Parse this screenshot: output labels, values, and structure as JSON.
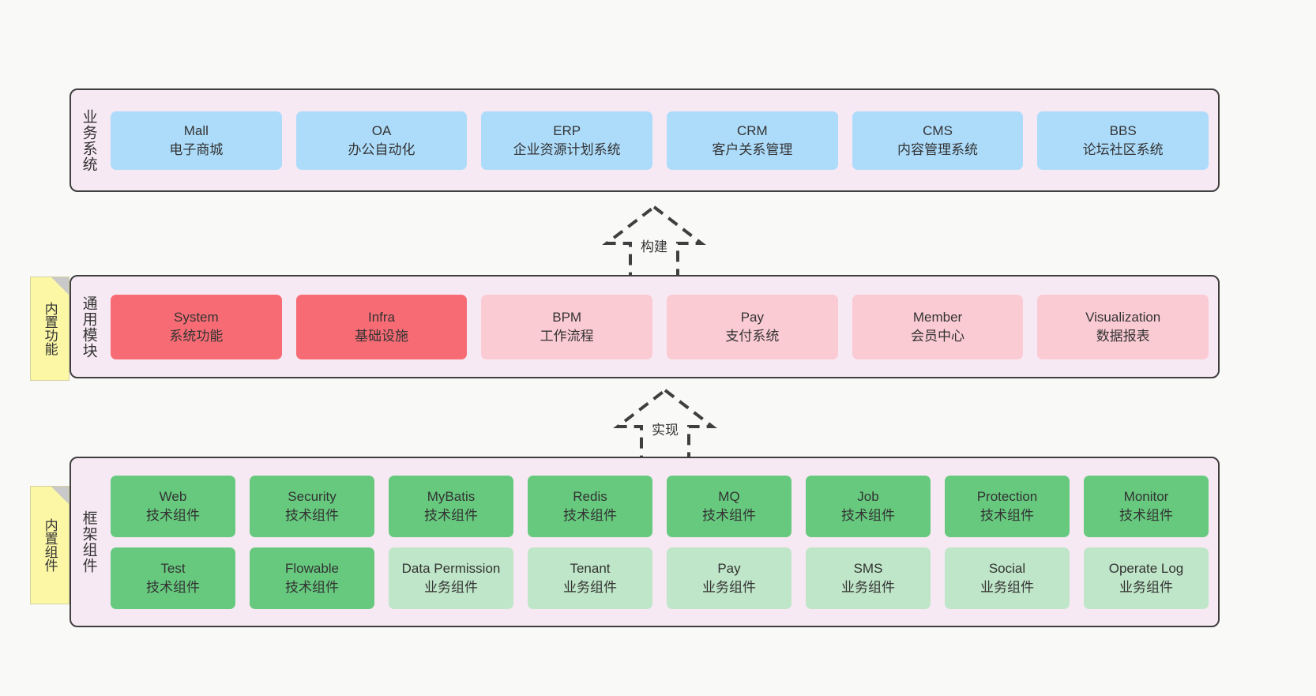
{
  "diagram": {
    "title": "",
    "colors": {
      "page_background": "#f9f9f8",
      "layer_background": "#f7e9f3",
      "layer_border": "#3f3f3f",
      "business_card": "#addcfb",
      "module_highlight": "#f76c74",
      "module_normal": "#fbcbd4",
      "tech_component": "#66c97e",
      "biz_component": "#bfe6c8",
      "note": "#fbf7a5",
      "note_fold": "#c9c9c9"
    }
  },
  "layers": {
    "business": {
      "label": "业务系统",
      "cards": [
        {
          "en": "Mall",
          "cn": "电子商城"
        },
        {
          "en": "OA",
          "cn": "办公自动化"
        },
        {
          "en": "ERP",
          "cn": "企业资源计划系统"
        },
        {
          "en": "CRM",
          "cn": "客户关系管理"
        },
        {
          "en": "CMS",
          "cn": "内容管理系统"
        },
        {
          "en": "BBS",
          "cn": "论坛社区系统"
        }
      ]
    },
    "common": {
      "label": "通用模块",
      "note": "内置功能",
      "cards": [
        {
          "en": "System",
          "cn": "系统功能",
          "style": "highlight"
        },
        {
          "en": "Infra",
          "cn": "基础设施",
          "style": "highlight"
        },
        {
          "en": "BPM",
          "cn": "工作流程",
          "style": "normal"
        },
        {
          "en": "Pay",
          "cn": "支付系统",
          "style": "normal"
        },
        {
          "en": "Member",
          "cn": "会员中心",
          "style": "normal"
        },
        {
          "en": "Visualization",
          "cn": "数据报表",
          "style": "normal"
        }
      ]
    },
    "framework": {
      "label": "框架组件",
      "note": "内置组件",
      "row_tech": [
        {
          "en": "Web",
          "cn": "技术组件"
        },
        {
          "en": "Security",
          "cn": "技术组件"
        },
        {
          "en": "MyBatis",
          "cn": "技术组件"
        },
        {
          "en": "Redis",
          "cn": "技术组件"
        },
        {
          "en": "MQ",
          "cn": "技术组件"
        },
        {
          "en": "Job",
          "cn": "技术组件"
        },
        {
          "en": "Protection",
          "cn": "技术组件"
        },
        {
          "en": "Monitor",
          "cn": "技术组件"
        }
      ],
      "row_mixed": [
        {
          "en": "Test",
          "cn": "技术组件",
          "style": "tech"
        },
        {
          "en": "Flowable",
          "cn": "技术组件",
          "style": "tech"
        },
        {
          "en": "Data Permission",
          "cn": "业务组件",
          "style": "biz"
        },
        {
          "en": "Tenant",
          "cn": "业务组件",
          "style": "biz"
        },
        {
          "en": "Pay",
          "cn": "业务组件",
          "style": "biz"
        },
        {
          "en": "SMS",
          "cn": "业务组件",
          "style": "biz"
        },
        {
          "en": "Social",
          "cn": "业务组件",
          "style": "biz"
        },
        {
          "en": "Operate Log",
          "cn": "业务组件",
          "style": "biz"
        }
      ]
    }
  },
  "connectors": [
    {
      "id": "build",
      "label": "构建",
      "from": "common",
      "to": "business",
      "style": "dashed-generalization"
    },
    {
      "id": "implement",
      "label": "实现",
      "from": "framework",
      "to": "common",
      "style": "dashed-generalization"
    }
  ]
}
